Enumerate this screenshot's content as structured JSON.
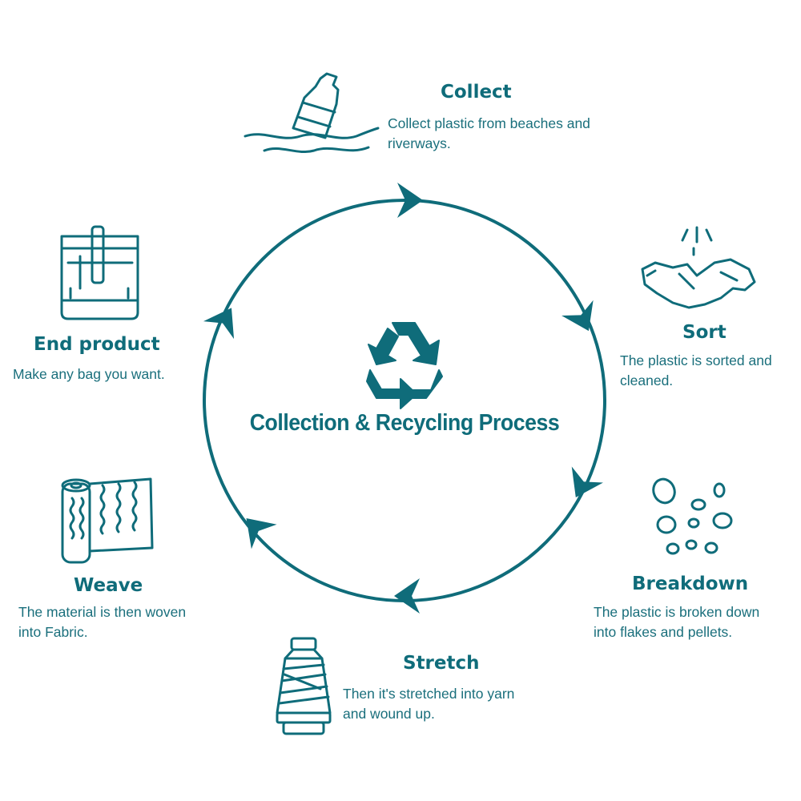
{
  "title": "Collection & Recycling  Process",
  "colors": {
    "teal": "#0f6c7a",
    "text": "#1a6f7c"
  },
  "steps": [
    {
      "title": "Collect",
      "description": "Collect plastic from beaches and riverways.",
      "icon": "floating-bottle-icon"
    },
    {
      "title": "Sort",
      "description": "The plastic is sorted and cleaned.",
      "icon": "crushed-bottle-icon"
    },
    {
      "title": "Breakdown",
      "description": "The plastic is broken down into flakes and pellets.",
      "icon": "pellets-icon"
    },
    {
      "title": "Stretch",
      "description": "Then it's stretched into yarn and wound up.",
      "icon": "yarn-spool-icon"
    },
    {
      "title": "Weave",
      "description": "The material is then woven into Fabric.",
      "icon": "fabric-roll-icon"
    },
    {
      "title": "End product",
      "description": "Make any bag you want.",
      "icon": "backpack-icon"
    }
  ],
  "center_icon": "recycle-icon"
}
